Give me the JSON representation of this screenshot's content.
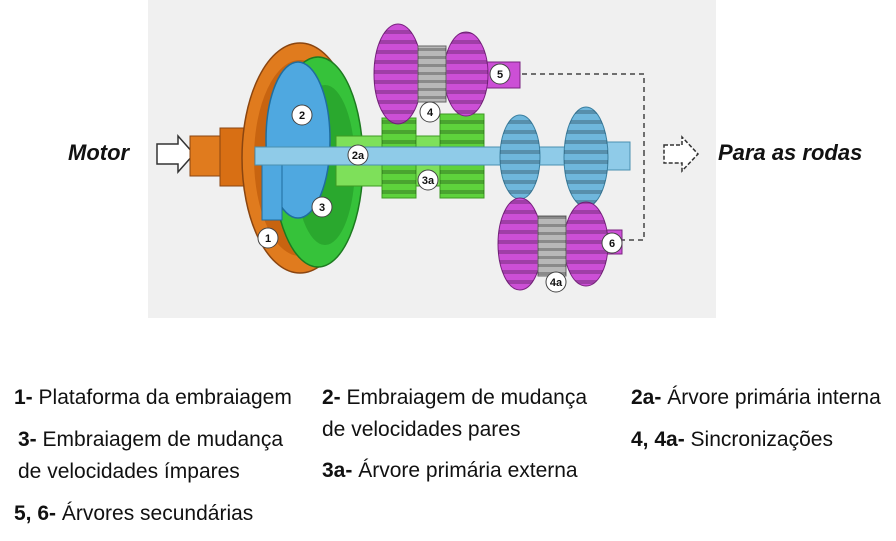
{
  "labels": {
    "input": "Motor",
    "output": "Para as rodas"
  },
  "markers": {
    "m1": "1",
    "m2": "2",
    "m2a": "2a",
    "m3": "3",
    "m3a": "3a",
    "m4": "4",
    "m4a": "4a",
    "m5": "5",
    "m6": "6"
  },
  "legend": [
    {
      "num": "1-",
      "text": "Plataforma da embraiagem"
    },
    {
      "num": "2-",
      "text": "Embraiagem de mudança",
      "text2": "de velocidades pares"
    },
    {
      "num": "2a-",
      "text": "Árvore primária interna"
    },
    {
      "num": "3-",
      "text": "Embraiagem de mudança",
      "text2": "de velocidades ímpares"
    },
    {
      "num": "3a-",
      "text": "Árvore primária externa"
    },
    {
      "num": "4, 4a-",
      "text": "Sincronizações"
    },
    {
      "num": "5, 6-",
      "text": "Árvores secundárias"
    }
  ],
  "colors": {
    "clutch_plate": "#e07b1e",
    "even_clutch": "#4fa8e0",
    "odd_clutch": "#36c23a",
    "inner_shaft": "#8fcbe8",
    "outer_shaft": "#7ee05a",
    "secondary_gears": "#cc4fd6",
    "synchronizers": "#b8b8b8"
  }
}
